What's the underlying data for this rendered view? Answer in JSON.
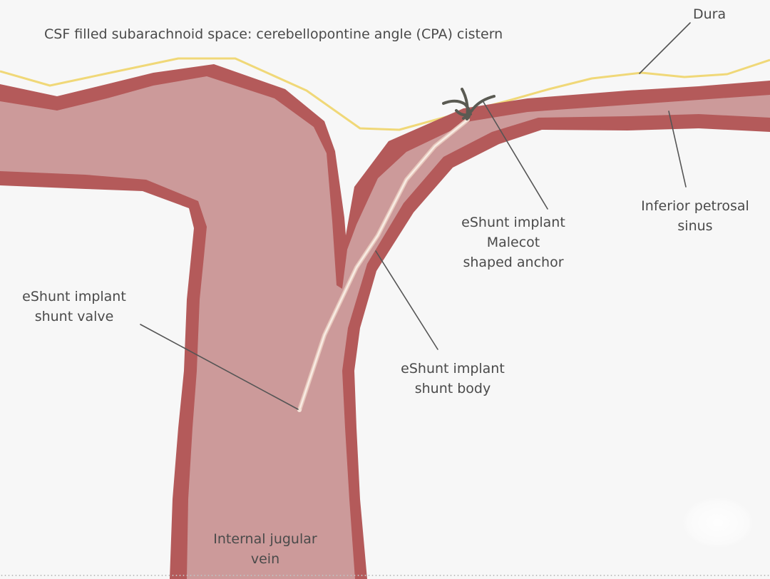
{
  "colors": {
    "background": "#f7f7f7",
    "vessel_fill": "#cc9a9a",
    "vessel_wall": "#b45a5a",
    "dura_line": "#f0d878",
    "shunt_body": "#f4dcd0",
    "anchor": "#5a5a52",
    "leader_line": "#555555",
    "label_text": "#4a4a4a"
  },
  "labels": {
    "cistern": "CSF filled subarachnoid space: cerebellopontine angle (CPA) cistern",
    "dura": "Dura",
    "petrosal": [
      "Inferior petrosal",
      "sinus"
    ],
    "anchor": [
      "eShunt implant",
      "Malecot",
      "shaped anchor"
    ],
    "valve": [
      "eShunt implant",
      "shunt valve"
    ],
    "body": [
      "eShunt implant",
      "shunt body"
    ],
    "jugular": [
      "Internal jugular",
      "vein"
    ]
  }
}
